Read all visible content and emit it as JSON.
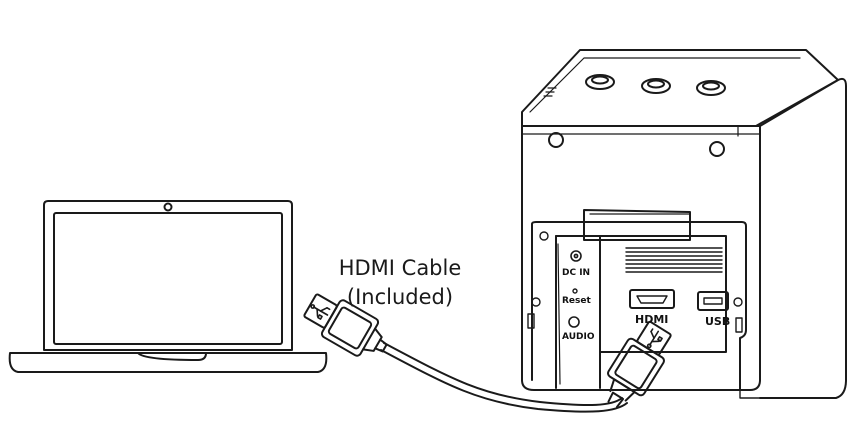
{
  "diagram": {
    "caption_line1": "HDMI Cable",
    "caption_line2": "(Included)",
    "port_labels": {
      "dc_in": "DC IN",
      "reset": "Reset",
      "audio": "AUDIO",
      "hdmi": "HDMI",
      "usb": "USB"
    }
  },
  "colors": {
    "stroke": "#1a1a1a",
    "background": "#ffffff"
  }
}
